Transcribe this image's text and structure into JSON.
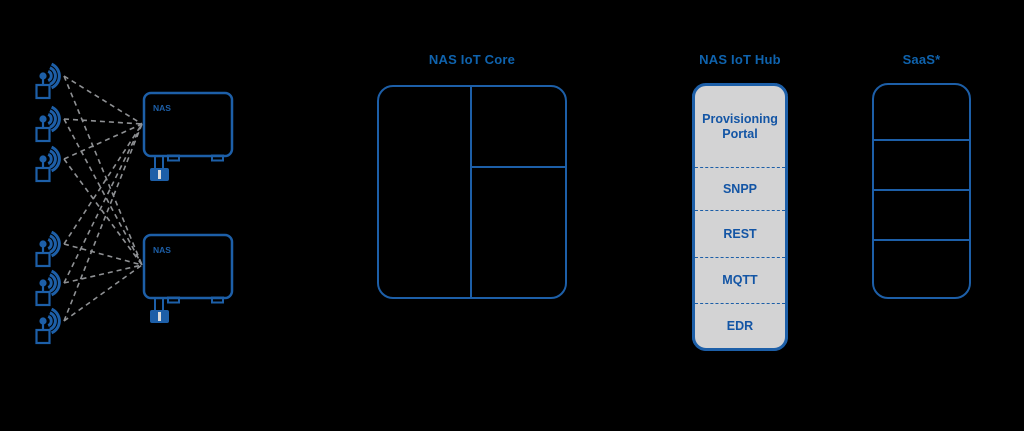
{
  "diagram": {
    "background_color": "#000000",
    "accent_blue": "#1d5fa8",
    "title_blue": "#0f63ae",
    "hub_fill": "#d3d3d4",
    "link_gray": "#8f9194"
  },
  "edge_cluster": {
    "device_icon": "wireless-sensor-icon",
    "device_count": 6,
    "gateways": [
      {
        "label": "NAS"
      },
      {
        "label": "NAS"
      }
    ]
  },
  "core": {
    "title": "NAS IoT Core",
    "pane_count": 3
  },
  "hub": {
    "title": "NAS IoT Hub",
    "sections": [
      "Provisioning Portal",
      "SNPP",
      "REST",
      "MQTT",
      "EDR"
    ]
  },
  "saas": {
    "title": "SaaS*",
    "section_count": 4
  }
}
